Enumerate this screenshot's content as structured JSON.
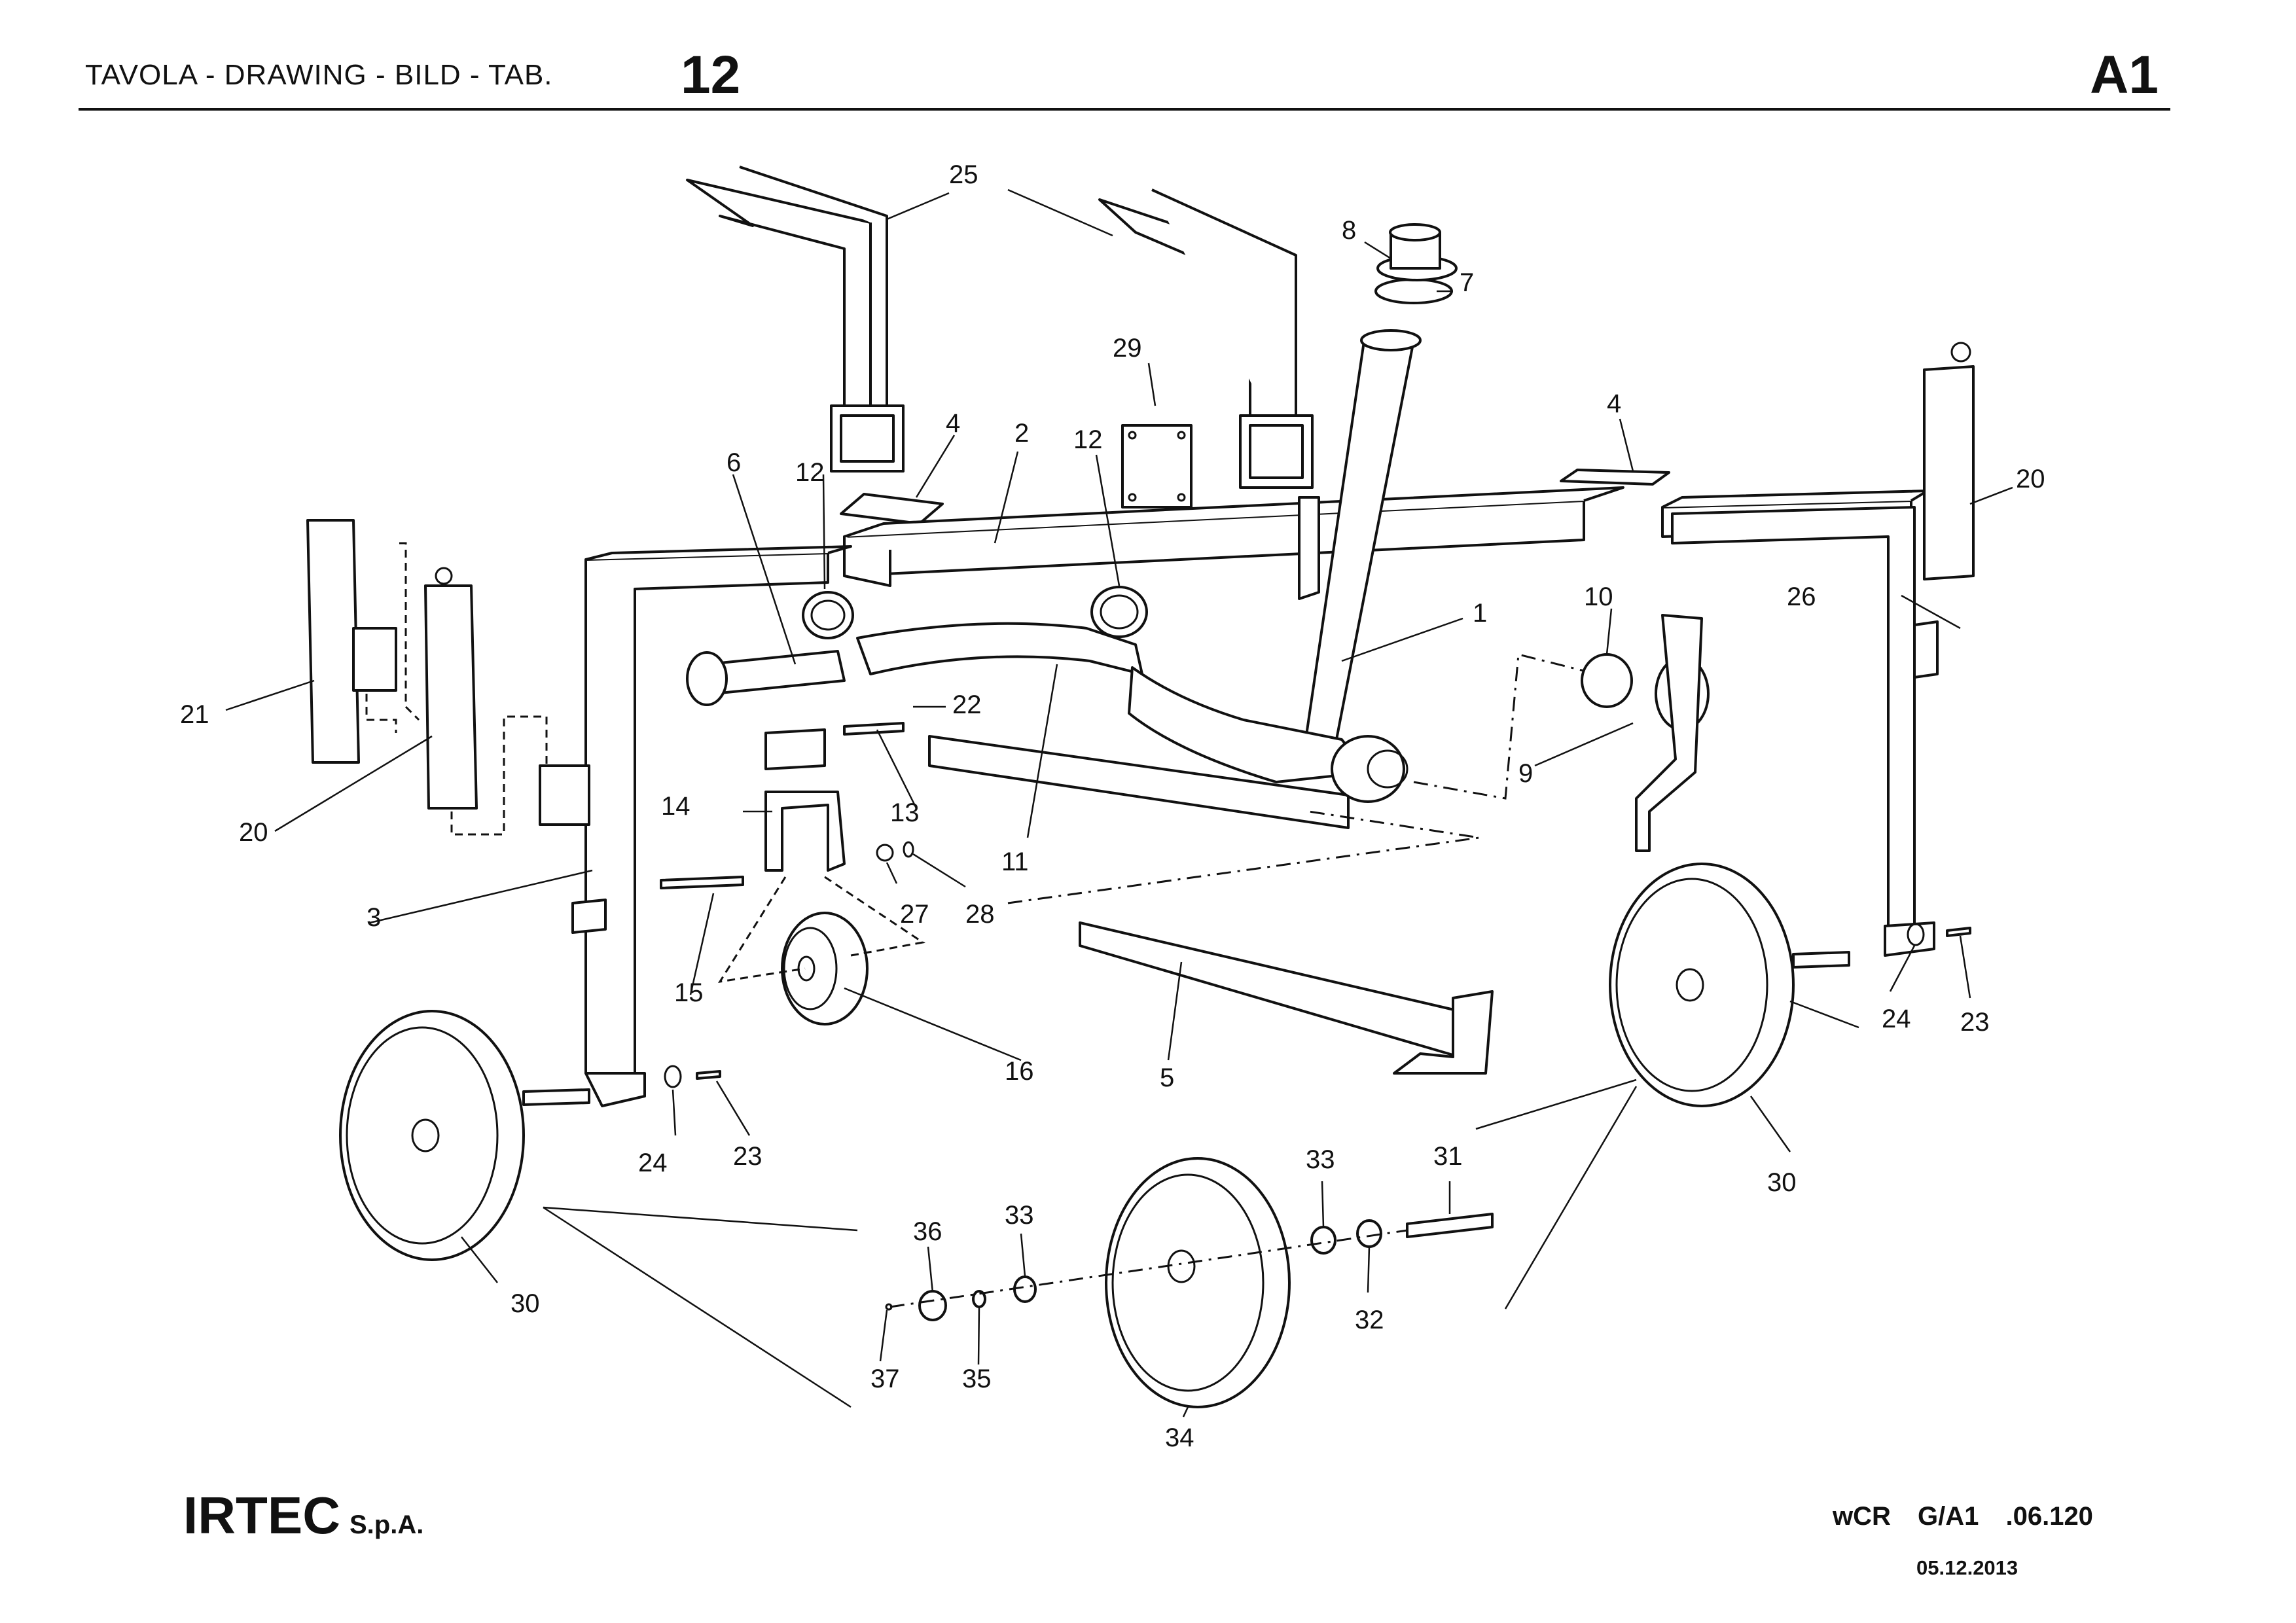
{
  "header": {
    "title": "TAVOLA - DRAWING - BILD - TAB.",
    "table_number": "12",
    "section_code": "A1"
  },
  "footer": {
    "company": "IRTEC",
    "company_suffix": "S.p.A.",
    "reference": "wCR G/A1 .06.120",
    "date": "05.12.2013"
  },
  "callouts": [
    "25",
    "8",
    "7",
    "29",
    "4",
    "2",
    "12",
    "6",
    "12",
    "4",
    "20",
    "26",
    "21",
    "10",
    "1",
    "22",
    "9",
    "20",
    "14",
    "13",
    "11",
    "3",
    "27",
    "28",
    "15",
    "5",
    "16",
    "24",
    "23",
    "24",
    "23",
    "30",
    "33",
    "31",
    "36",
    "33",
    "30",
    "32",
    "37",
    "35",
    "34"
  ],
  "icons": {
    "parts": [
      "frame-tube",
      "support-bracket",
      "wheel",
      "clamp",
      "pipe",
      "hitch",
      "plate",
      "pin",
      "washer",
      "bearing",
      "axle-shaft"
    ]
  }
}
